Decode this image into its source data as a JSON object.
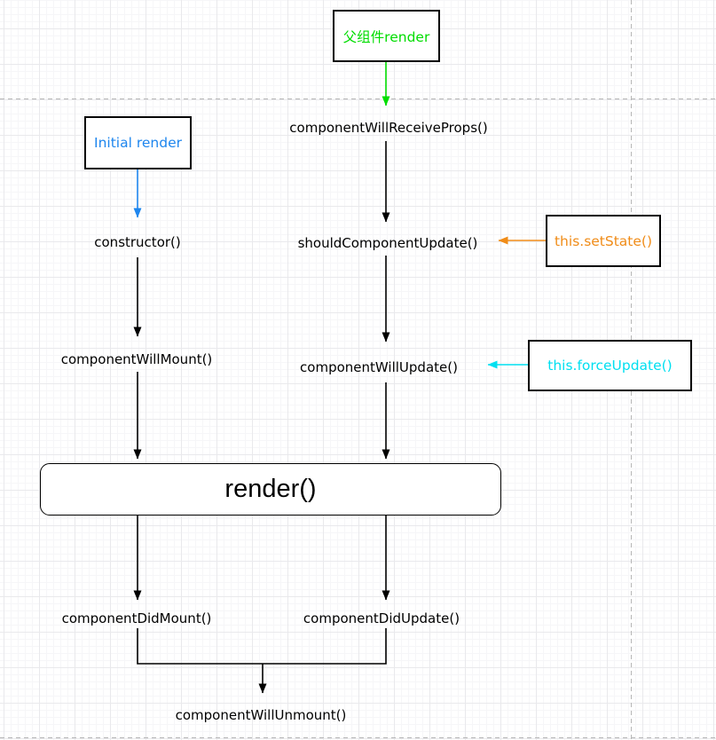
{
  "colors": {
    "green": "#00dd00",
    "blue": "#1e86ee",
    "orange": "#f08c18",
    "cyan": "#00dff0",
    "black": "#000000",
    "page_guide": "#b6b6b6",
    "grid_minor": "#f6f6f8",
    "grid_major": "#e9e9ec"
  },
  "nodes": {
    "parent_render": {
      "label": "父组件render"
    },
    "initial_render": {
      "label": "Initial render"
    },
    "set_state": {
      "label": "this.setState()"
    },
    "force_update": {
      "label": "this.forceUpdate()"
    },
    "render_fn": {
      "label": "render()"
    },
    "will_receive_props": {
      "label": "componentWillReceiveProps()"
    },
    "should_update": {
      "label": "shouldComponentUpdate()"
    },
    "ctor": {
      "label": "constructor()"
    },
    "will_mount": {
      "label": "componentWillMount()"
    },
    "will_update": {
      "label": "componentWillUpdate()"
    },
    "did_mount": {
      "label": "componentDidMount()"
    },
    "did_update": {
      "label": "componentDidUpdate()"
    },
    "will_unmount": {
      "label": "componentWillUnmount()"
    }
  },
  "edges": [
    {
      "from": "parent_render",
      "to": "will_receive_props",
      "color": "green"
    },
    {
      "from": "will_receive_props",
      "to": "should_update",
      "color": "black"
    },
    {
      "from": "set_state",
      "to": "should_update",
      "color": "orange"
    },
    {
      "from": "should_update",
      "to": "will_update",
      "color": "black"
    },
    {
      "from": "force_update",
      "to": "will_update",
      "color": "cyan"
    },
    {
      "from": "initial_render",
      "to": "ctor",
      "color": "blue"
    },
    {
      "from": "ctor",
      "to": "will_mount",
      "color": "black"
    },
    {
      "from": "will_mount",
      "to": "render_fn",
      "color": "black"
    },
    {
      "from": "will_update",
      "to": "render_fn",
      "color": "black"
    },
    {
      "from": "render_fn",
      "to": "did_mount",
      "color": "black"
    },
    {
      "from": "render_fn",
      "to": "did_update",
      "color": "black"
    },
    {
      "from": "did_mount",
      "to": "will_unmount",
      "color": "black"
    },
    {
      "from": "did_update",
      "to": "will_unmount",
      "color": "black"
    }
  ]
}
